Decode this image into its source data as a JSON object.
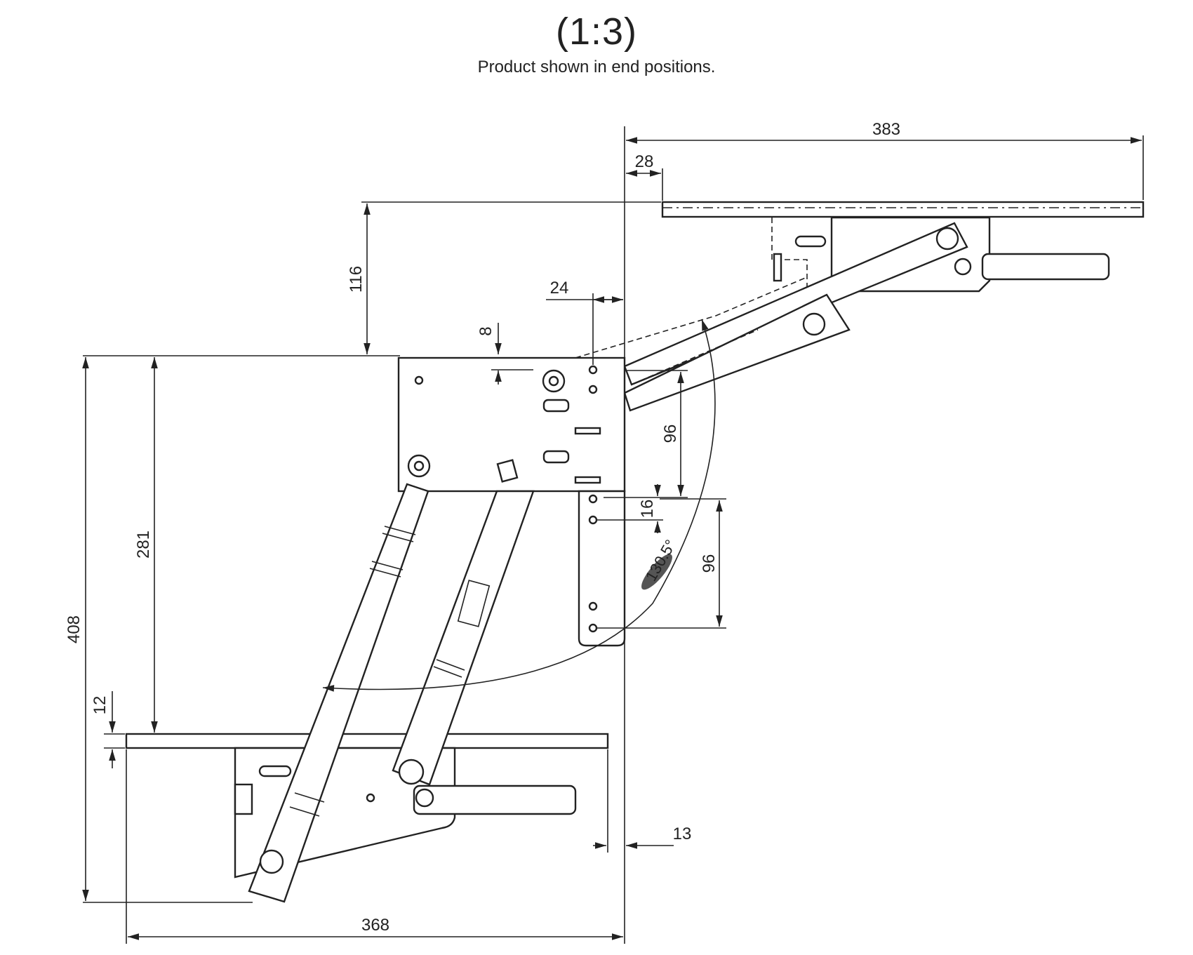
{
  "drawing": {
    "scale": "(1:3)",
    "note": "Product shown in end positions.",
    "angle_label": "130.5°"
  },
  "dimensions": {
    "d383": "383",
    "d28": "28",
    "d116": "116",
    "d24": "24",
    "d8": "8",
    "d96_upper": "96",
    "d16": "16",
    "d96_lower": "96",
    "d408": "408",
    "d281": "281",
    "d12": "12",
    "d13": "13",
    "d368": "368"
  }
}
